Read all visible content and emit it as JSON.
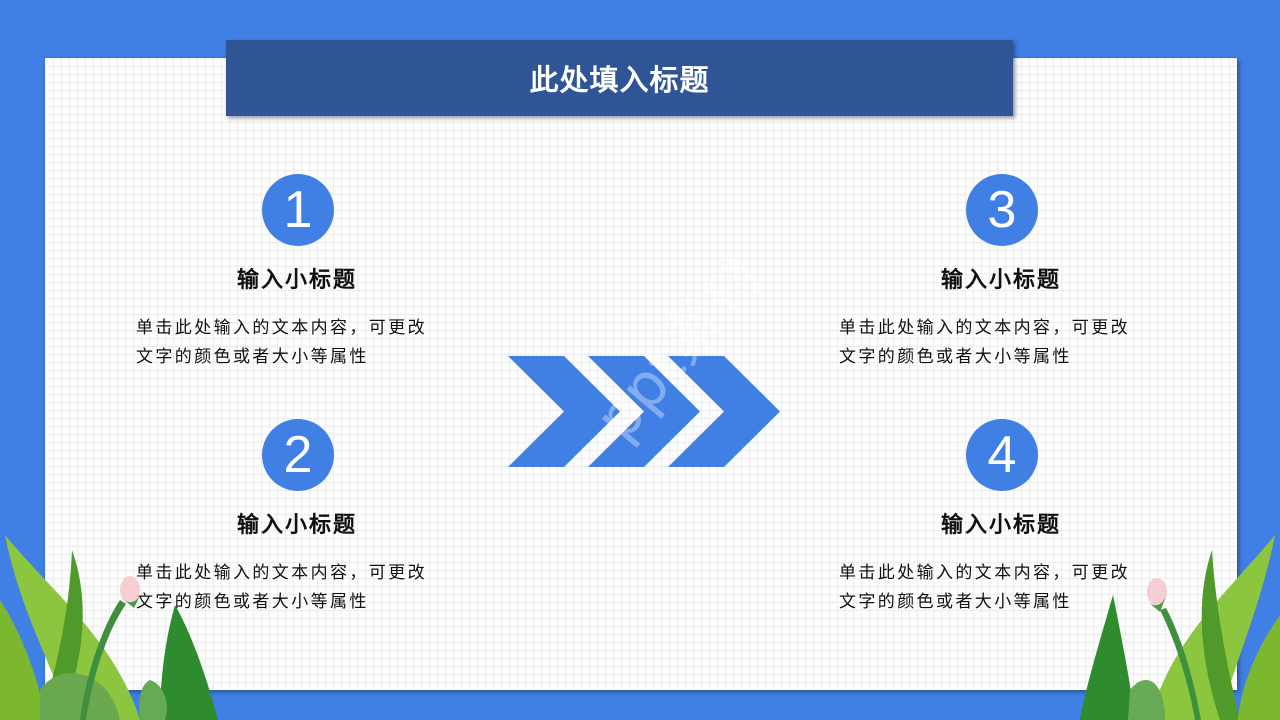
{
  "slide": {
    "title": "此处填入标题",
    "colors": {
      "background": "#4080e4",
      "title_bar": "#2f5597",
      "accent": "#4080e4",
      "text": "#111111"
    },
    "watermark": "ppt素材"
  },
  "items": [
    {
      "number": "1",
      "heading": "输入小标题",
      "line1": "单击此处输入的文本内容，可更改",
      "line2": "文字的颜色或者大小等属性"
    },
    {
      "number": "2",
      "heading": "输入小标题",
      "line1": "单击此处输入的文本内容，可更改",
      "line2": "文字的颜色或者大小等属性"
    },
    {
      "number": "3",
      "heading": "输入小标题",
      "line1": "单击此处输入的文本内容，可更改",
      "line2": "文字的颜色或者大小等属性"
    },
    {
      "number": "4",
      "heading": "输入小标题",
      "line1": "单击此处输入的文本内容，可更改",
      "line2": "文字的颜色或者大小等属性"
    }
  ],
  "icons": {
    "chevrons": "triple-chevron-right-icon",
    "decoration_left": "leaf-plant-icon",
    "decoration_right": "leaf-plant-icon"
  }
}
